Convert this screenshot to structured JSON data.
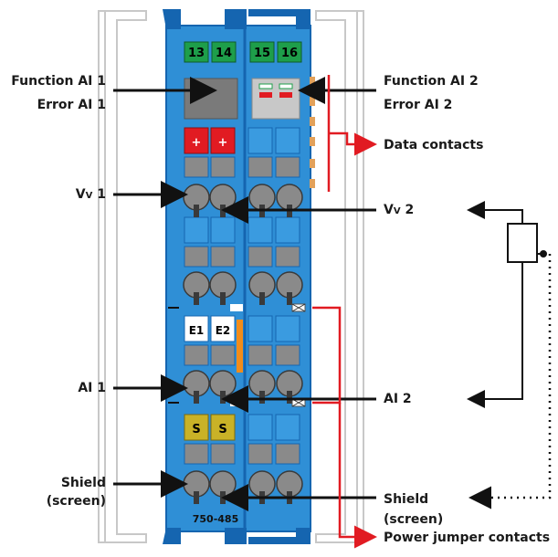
{
  "labels": {
    "function_ai1": "Function AI 1",
    "error_ai1": "Error AI 1",
    "function_ai2": "Function AI 2",
    "error_ai2": "Error AI 2",
    "data_contacts": "Data contacts",
    "vv1_main": "V",
    "vv1_sub": "V",
    "vv1_num": " 1",
    "vv2_main": "V",
    "vv2_sub": "V",
    "vv2_num": " 2",
    "ai1": "AI 1",
    "ai2": "AI 2",
    "shield_left_1": "Shield",
    "shield_left_2": "(screen)",
    "shield_right_1": "Shield",
    "shield_right_2": "(screen)",
    "power_jumper": "Power jumper contacts"
  },
  "terminals": {
    "t13": "13",
    "t14": "14",
    "t15": "15",
    "t16": "16",
    "plus_left": "+",
    "plus_right": "+",
    "e1": "E1",
    "e2": "E2",
    "s_left": "S",
    "s_right": "S",
    "model": "750-485"
  },
  "colors": {
    "module_blue": "#2f8fd6",
    "module_dark": "#1565b0",
    "terminal_green": "#1e9e4a",
    "led_red": "#e11b22",
    "shield_yellow": "#c9b227",
    "arrow_red": "#e11b22",
    "arrow_black": "#111111",
    "gray_block": "#8a8a8a"
  }
}
